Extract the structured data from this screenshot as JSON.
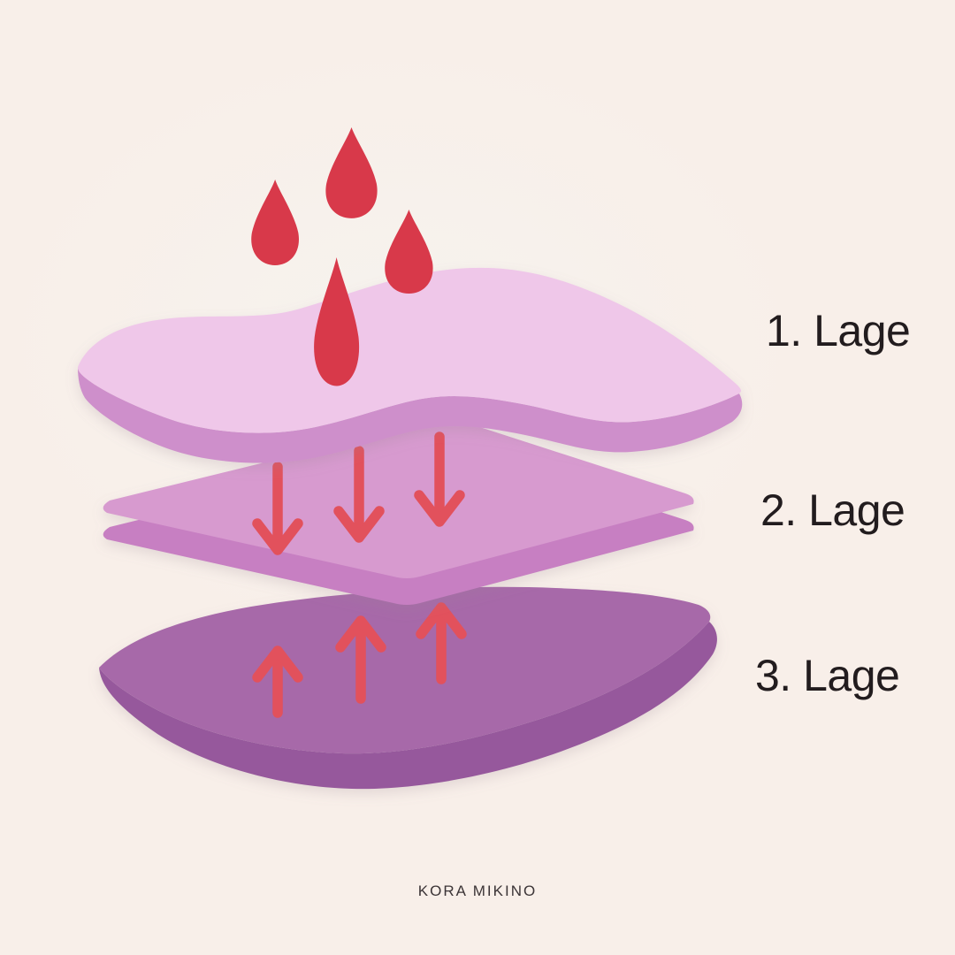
{
  "canvas": {
    "background_color": "#F8EFE9",
    "glow_color": "#F6F3EE"
  },
  "labels": [
    {
      "id": "layer-1",
      "text": "1. Lage"
    },
    {
      "id": "layer-2",
      "text": "2. Lage"
    },
    {
      "id": "layer-3",
      "text": "3. Lage"
    }
  ],
  "brand": {
    "name": "KORA MIKINO"
  },
  "diagram": {
    "text_color": "#221C1E",
    "drop_color": "#D8394A",
    "arrow_color": "#E2515B",
    "drops_count": 4,
    "down_arrows_count": 3,
    "up_arrows_count": 3,
    "layers": [
      {
        "label": "1. Lage",
        "top_color": "#EFC7E9",
        "side_color": "#CE8FCB"
      },
      {
        "label": "2. Lage",
        "top_color": "#D79ACF",
        "side_color": "#C77FC2"
      },
      {
        "label": "3. Lage",
        "top_color": "#A769A9",
        "side_color": "#96599C"
      }
    ]
  }
}
